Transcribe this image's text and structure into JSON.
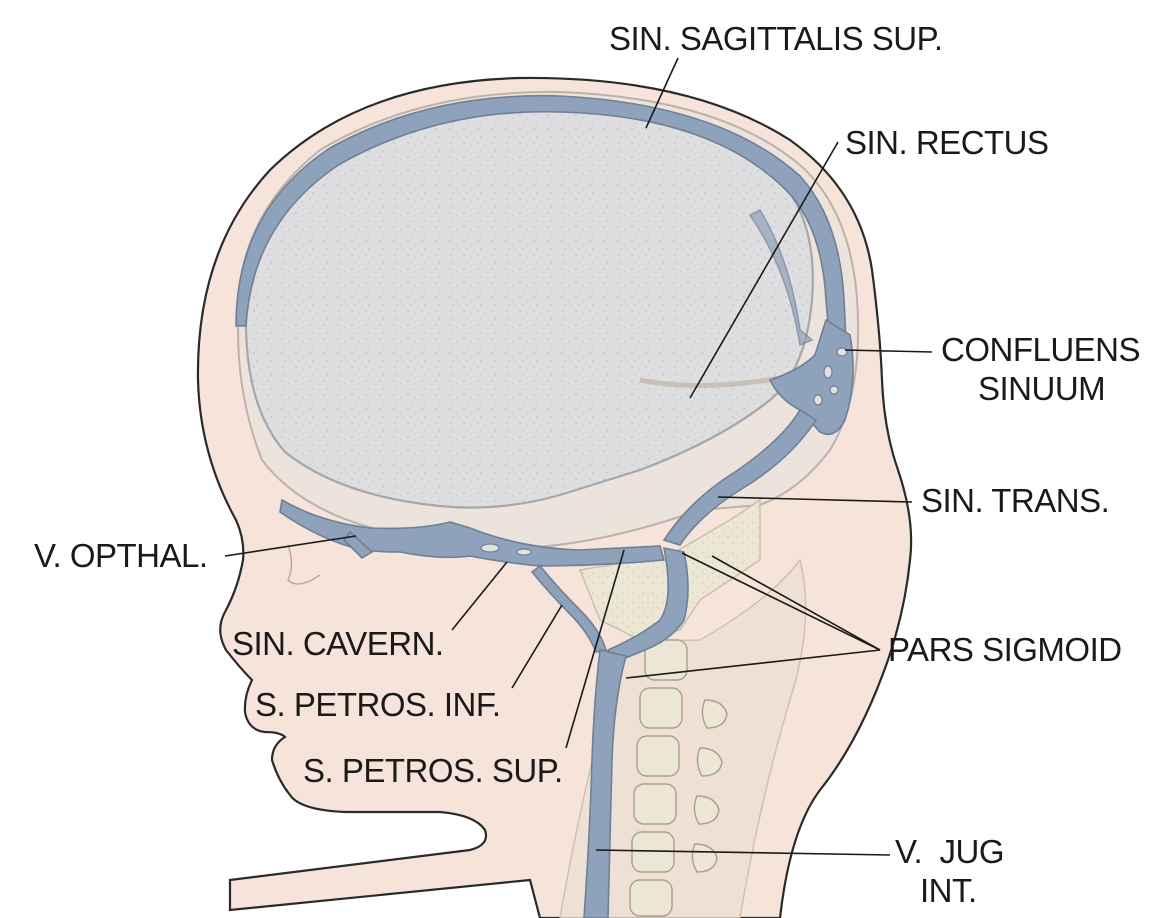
{
  "labels": {
    "sin_sagittalis_sup": "SIN. SAGITTALIS SUP.",
    "sin_rectus": "SIN. RECTUS",
    "confluens_line1": "CONFLUENS",
    "confluens_line2": "SINUUM",
    "sin_trans": "SIN. TRANS.",
    "v_opthal": "V. OPTHAL.",
    "pars_sigmoid": "PARS SIGMOID",
    "sin_cavern": "SIN. CAVERN.",
    "s_petros_inf": "S. PETROS. INF.",
    "s_petros_sup": "S. PETROS. SUP.",
    "v_jug_line1": "V.  JUG",
    "v_jug_line2": "INT."
  },
  "colors": {
    "skin": "#f6e4da",
    "skin_outline": "#2a2a2a",
    "brain": "#dcdcde",
    "skull_band": "#e9e2dc",
    "sinus": "#8fa2bb",
    "sinus_outline": "#6f7f96",
    "bone": "#ece6d6",
    "label": "#1a1a1a"
  }
}
